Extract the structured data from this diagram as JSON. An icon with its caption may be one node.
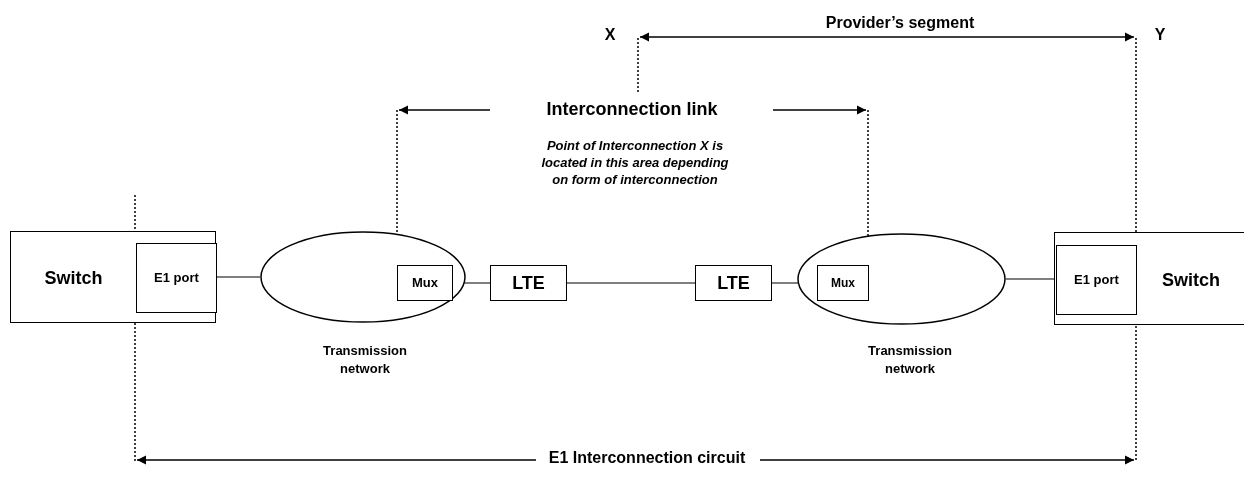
{
  "diagram": {
    "nodes": [
      {
        "text": [
          "Switch"
        ]
      },
      {
        "text": [
          "E1 port"
        ],
        "in": 0
      },
      {
        "text": [],
        "shape": "ellipse",
        "beside": [
          "Transmission network"
        ]
      },
      {
        "text": [
          "Mux"
        ],
        "in": 2
      },
      {
        "text": [
          "LTE"
        ]
      },
      {
        "text": [
          "LTE"
        ]
      },
      {
        "text": [],
        "shape": "ellipse",
        "beside": [
          "Transmission network"
        ]
      },
      {
        "text": [
          "Mux"
        ],
        "in": 6
      },
      {
        "text": [
          "Switch"
        ]
      },
      {
        "text": [
          "E1 port"
        ],
        "in": 8
      }
    ],
    "edges": [
      {
        "from": 1,
        "to": 2,
        "arrow": "none"
      },
      {
        "from": 3,
        "to": 4,
        "arrow": "none"
      },
      {
        "from": 4,
        "to": 5,
        "arrow": "none"
      },
      {
        "from": 5,
        "to": 7,
        "arrow": "none"
      },
      {
        "from": 6,
        "to": 9,
        "arrow": "none"
      }
    ],
    "labels": [
      "X",
      "Provider’s segment",
      "Y",
      "Interconnection link",
      "Point of Interconnection X is located in this area depending on form of interconnection",
      "E1 Interconnection circuit"
    ]
  }
}
